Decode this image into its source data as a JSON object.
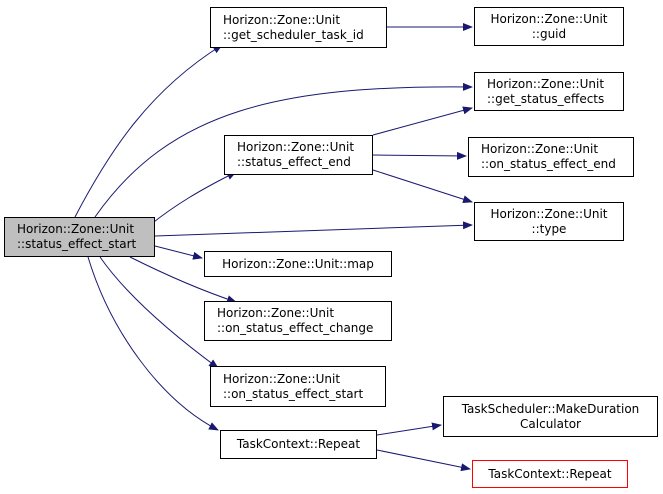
{
  "colors": {
    "edge": "#191970",
    "root_fill": "#bfbfbf",
    "border": "#000000",
    "highlight_border": "#ff0000"
  },
  "nodes": {
    "status_effect_start": {
      "line1": "Horizon::Zone::Unit",
      "line2": "::status_effect_start"
    },
    "get_scheduler_task_id": {
      "line1": "Horizon::Zone::Unit",
      "line2": "::get_scheduler_task_id"
    },
    "guid": {
      "line1": "Horizon::Zone::Unit",
      "line2": "::guid"
    },
    "get_status_effects": {
      "line1": "Horizon::Zone::Unit",
      "line2": "::get_status_effects"
    },
    "status_effect_end": {
      "line1": "Horizon::Zone::Unit",
      "line2": "::status_effect_end"
    },
    "on_status_effect_end": {
      "line1": "Horizon::Zone::Unit",
      "line2": "::on_status_effect_end"
    },
    "type": {
      "line1": "Horizon::Zone::Unit",
      "line2": "::type"
    },
    "map": {
      "line1": "Horizon::Zone::Unit::map"
    },
    "on_status_effect_change": {
      "line1": "Horizon::Zone::Unit",
      "line2": "::on_status_effect_change"
    },
    "on_status_effect_start": {
      "line1": "Horizon::Zone::Unit",
      "line2": "::on_status_effect_start"
    },
    "repeat": {
      "line1": "TaskContext::Repeat"
    },
    "make_duration_calculator": {
      "line1": "TaskScheduler::MakeDuration",
      "line2": "Calculator"
    },
    "repeat_external": {
      "line1": "TaskContext::Repeat"
    }
  }
}
